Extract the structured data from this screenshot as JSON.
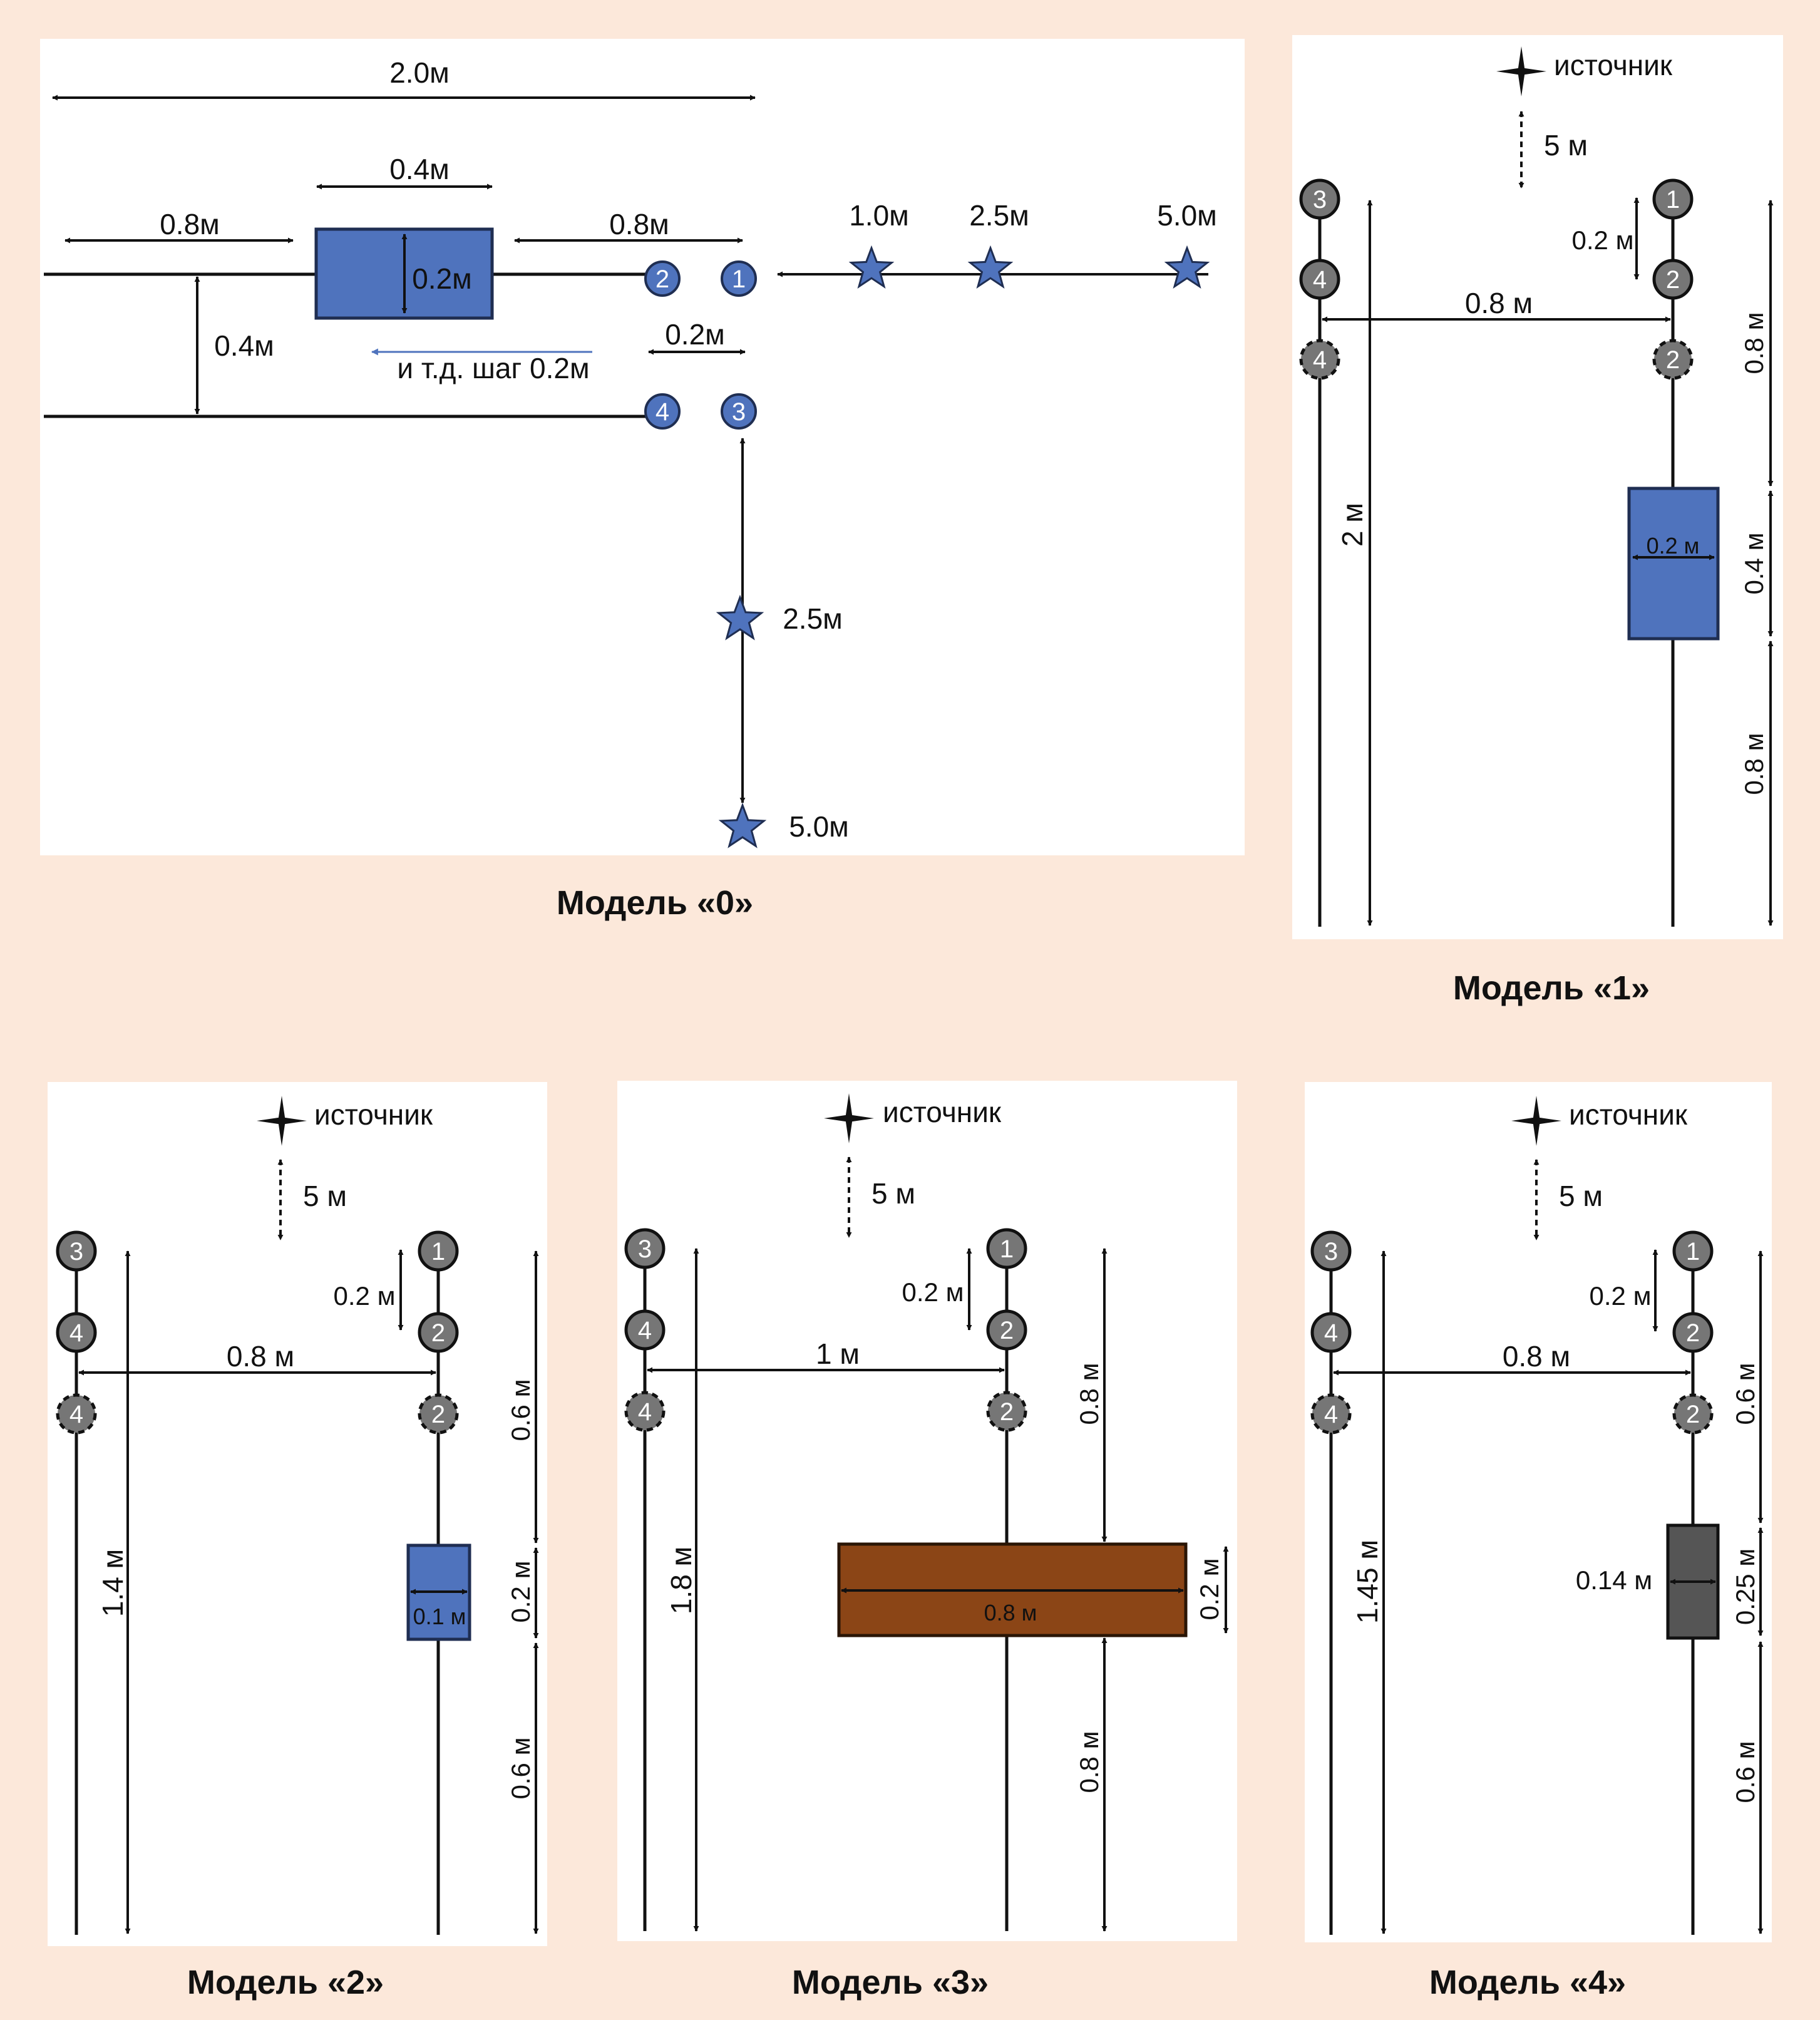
{
  "colors": {
    "background": "#fce8da",
    "panel": "#ffffff",
    "blue_box": "#4f73bd",
    "brown_box": "#8b4516",
    "gray_box": "#555555",
    "gray_node": "#767676",
    "blue_node": "#4f73bd"
  },
  "icons": {
    "source": "four-point-star-icon",
    "point": "five-point-star-icon"
  },
  "model0": {
    "caption": "Модель «0»",
    "dim_total": "2.0м",
    "dim_box_len": "0.4м",
    "dim_left": "0.8м",
    "dim_right": "0.8м",
    "dim_box_w": "0.2м",
    "dim_spacing": "0.4м",
    "dim_step": "0.2м",
    "step_note": "и т.д. шаг 0.2м",
    "nodes": [
      "1",
      "2",
      "3",
      "4"
    ],
    "points_h": [
      "1.0м",
      "2.5м",
      "5.0м"
    ],
    "points_v": [
      "2.5м",
      "5.0м"
    ]
  },
  "model1": {
    "caption": "Модель «1»",
    "source_label": "источник",
    "source_dist": "5 м",
    "dim_step": "0.2 м",
    "dim_spacing": "0.8 м",
    "dim_length": "2 м",
    "dim_top": "0.8 м",
    "dim_mid": "0.4 м",
    "dim_bottom": "0.8 м",
    "dim_box": "0.2 м",
    "nodes": [
      "1",
      "2",
      "2",
      "3",
      "4",
      "4"
    ]
  },
  "model2": {
    "caption": "Модель «2»",
    "source_label": "источник",
    "source_dist": "5 м",
    "dim_step": "0.2 м",
    "dim_spacing": "0.8 м",
    "dim_length": "1.4 м",
    "dim_top": "0.6 м",
    "dim_mid": "0.2 м",
    "dim_bottom": "0.6 м",
    "dim_box": "0.1 м",
    "nodes": [
      "1",
      "2",
      "2",
      "3",
      "4",
      "4"
    ]
  },
  "model3": {
    "caption": "Модель «3»",
    "source_label": "источник",
    "source_dist": "5 м",
    "dim_step": "0.2 м",
    "dim_spacing": "1 м",
    "dim_length": "1.8 м",
    "dim_top": "0.8 м",
    "dim_mid": "0.2 м",
    "dim_bottom": "0.8 м",
    "dim_box": "0.8 м",
    "nodes": [
      "1",
      "2",
      "2",
      "3",
      "4",
      "4"
    ]
  },
  "model4": {
    "caption": "Модель «4»",
    "source_label": "источник",
    "source_dist": "5 м",
    "dim_step": "0.2 м",
    "dim_spacing": "0.8 м",
    "dim_length": "1.45 м",
    "dim_top": "0.6 м",
    "dim_mid": "0.25 м",
    "dim_bottom": "0.6 м",
    "dim_box": "0.14 м",
    "nodes": [
      "1",
      "2",
      "2",
      "3",
      "4",
      "4"
    ]
  }
}
